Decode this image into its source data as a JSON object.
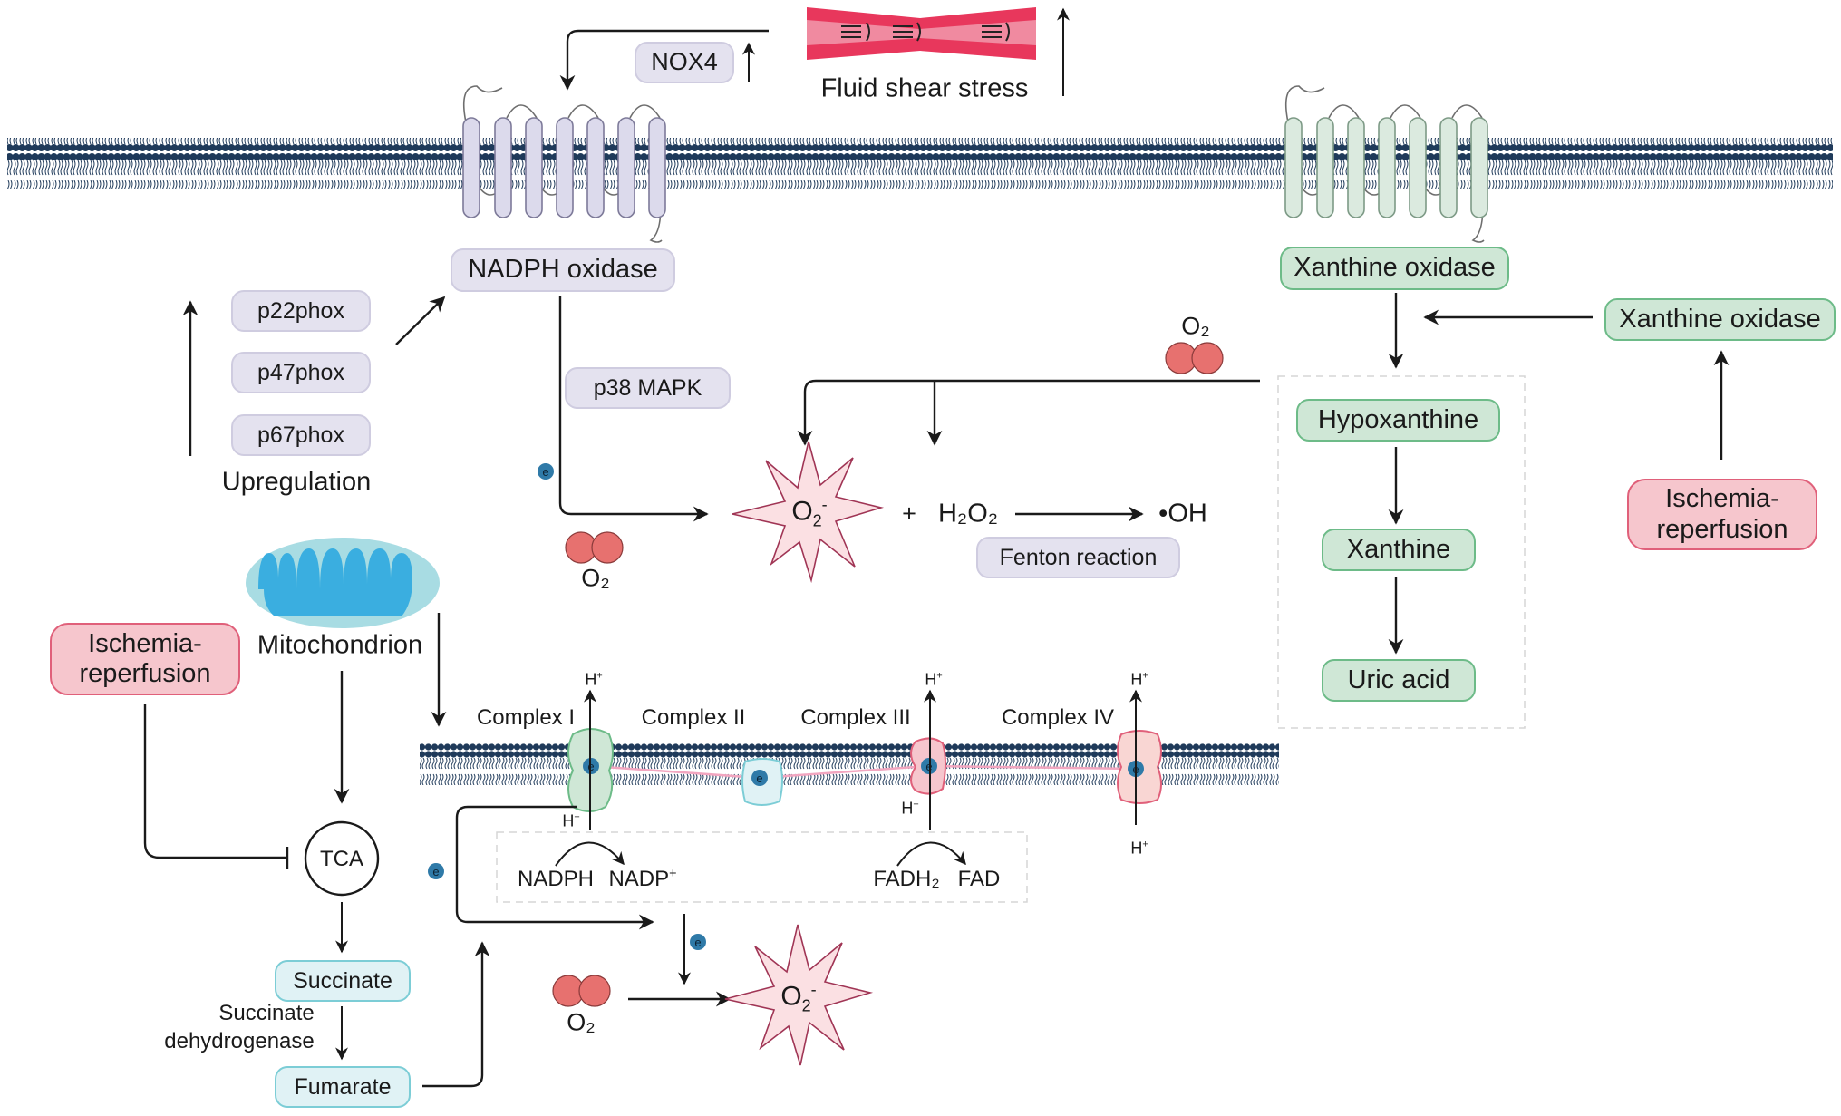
{
  "title": "ROS generation pathways: NADPH oxidase, xanthine oxidase and mitochondria",
  "colors": {
    "membrane": "#1f3a5a",
    "nox_protein": "#dcdaec",
    "xo_protein": "#dbeadf",
    "vessel": "#e8375c",
    "vessel_lumen": "#f08aa0",
    "o2_molecule": "#e7716f",
    "ros_star": "#fbe0e3",
    "ros_star_stroke": "#a03555",
    "electron": "#2f7aa8"
  },
  "top": {
    "nox4": "NOX4",
    "fluid_shear_stress": "Fluid shear stress",
    "nadph_oxidase": "NADPH oxidase",
    "xanthine_oxidase_membrane": "Xanthine oxidase"
  },
  "subunits": {
    "items": [
      "p22phox",
      "p47phox",
      "p67phox"
    ],
    "upregulation": "Upregulation"
  },
  "signaling": {
    "p38": "p38 MAPK",
    "electron": "e",
    "o2": "O₂"
  },
  "ros": {
    "superoxide_main": "O",
    "superoxide_sub": "2",
    "superoxide_sup": "-",
    "plus": "+",
    "h2o2": "H₂O₂",
    "hydroxyl": "•OH",
    "fenton": "Fenton reaction",
    "o2_top": "O₂"
  },
  "xanthine_pathway": {
    "xanthine_oxidase_right": "Xanthine oxidase",
    "ischemia": [
      "Ischemia-",
      "reperfusion"
    ],
    "steps": [
      "Hypoxanthine",
      "Xanthine",
      "Uric acid"
    ]
  },
  "mitochondria": {
    "label": "Mitochondrion",
    "ischemia": [
      "Ischemia-",
      "reperfusion"
    ],
    "tca": "TCA",
    "succinate": "Succinate",
    "enzyme": [
      "Succinate",
      "dehydrogenase"
    ],
    "fumarate": "Fumarate",
    "complexes": [
      "Complex I",
      "Complex II",
      "Complex III",
      "Complex IV"
    ],
    "proton": "H",
    "proton_sup": "+",
    "nadph": "NADPH",
    "nadp": "NADP",
    "nadp_sup": "+",
    "fadh2": "FADH₂",
    "fad": "FAD",
    "o2_bottom": "O₂"
  }
}
